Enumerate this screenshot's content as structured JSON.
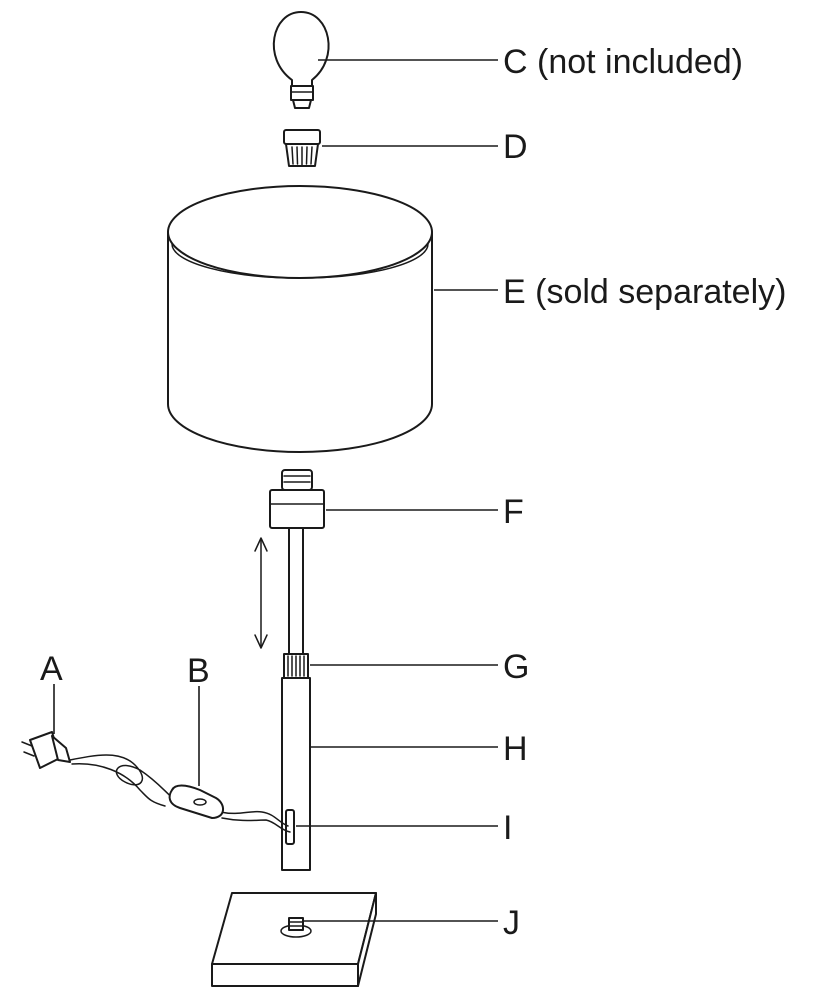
{
  "labels": {
    "c": "C (not included)",
    "d": "D",
    "e": "E (sold separately)",
    "f": "F",
    "a": "A",
    "b": "B",
    "g": "G",
    "h": "H",
    "i": "I",
    "j": "J"
  },
  "colors": {
    "line": "#1a1a1a",
    "background": "#ffffff"
  }
}
